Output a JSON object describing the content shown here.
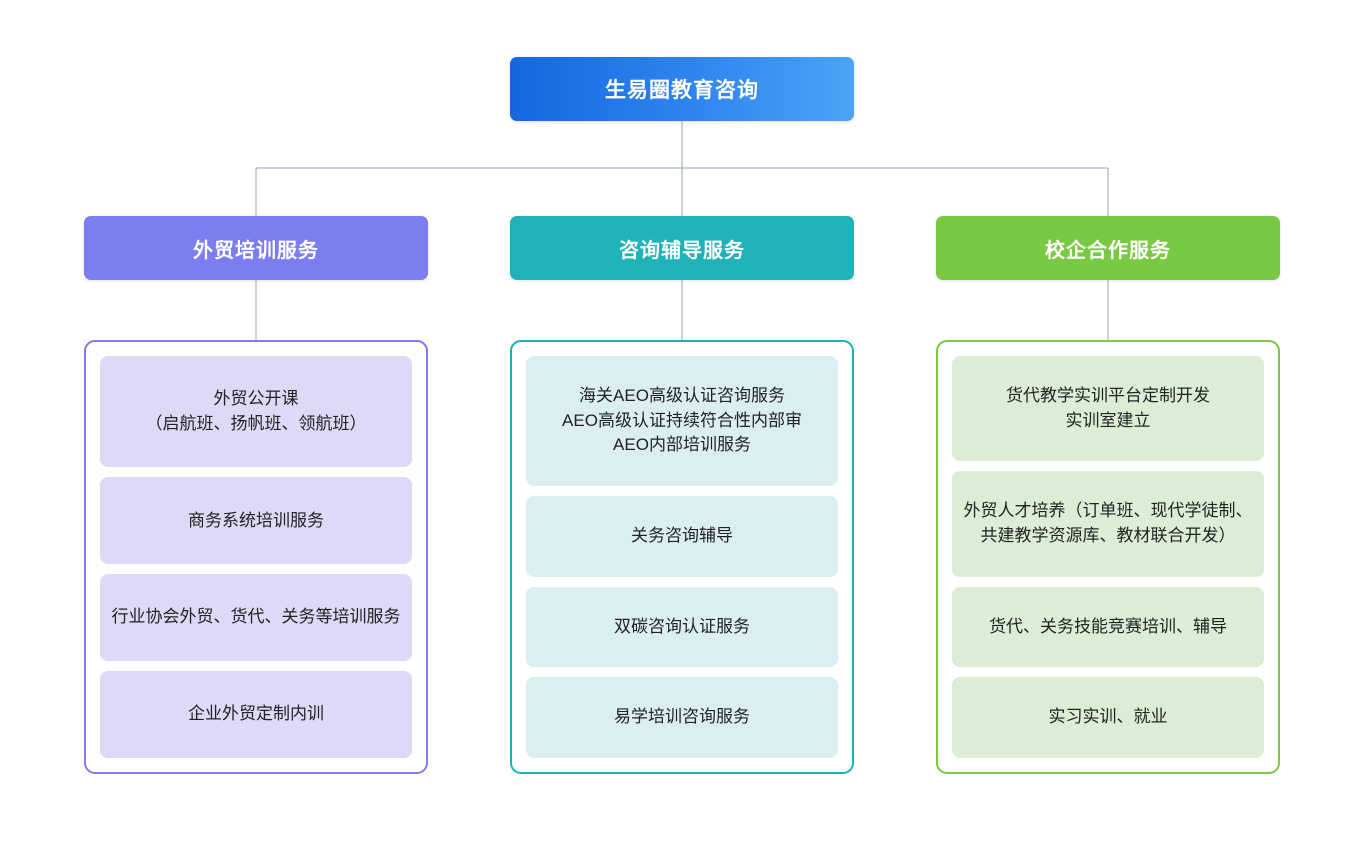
{
  "chart_data": {
    "type": "diagram",
    "diagram_kind": "organization-tree",
    "title": "生易圈教育咨询",
    "orientation": "top-down",
    "levels": 3,
    "connector_color": "#94a3b8"
  },
  "root": {
    "label": "生易圈教育咨询",
    "gradient_from": "#1666e0",
    "gradient_to": "#4ba4f7",
    "text_color": "#ffffff"
  },
  "branches": [
    {
      "id": "training",
      "label": "外贸培训服务",
      "accent": "#7b7df0",
      "card_bg": "#ddd9f6",
      "items": [
        {
          "label": "外贸公开课\n（启航班、扬帆班、领航班）"
        },
        {
          "label": "商务系统培训服务"
        },
        {
          "label": "行业协会外贸、货代、关务等培训服务"
        },
        {
          "label": "企业外贸定制内训"
        }
      ]
    },
    {
      "id": "consulting",
      "label": "咨询辅导服务",
      "accent": "#1fb3b8",
      "card_bg": "#dbeff2",
      "items": [
        {
          "label": "海关AEO高级认证咨询服务\nAEO高级认证持续符合性内部审\nAEO内部培训服务"
        },
        {
          "label": "关务咨询辅导"
        },
        {
          "label": "双碳咨询认证服务"
        },
        {
          "label": "易学培训咨询服务"
        }
      ]
    },
    {
      "id": "school-enterprise",
      "label": "校企合作服务",
      "accent": "#7ac943",
      "card_bg": "#dcedd6",
      "items": [
        {
          "label": "货代教学实训平台定制开发\n实训室建立"
        },
        {
          "label": "外贸人才培养（订单班、现代学徒制、共建教学资源库、教材联合开发）"
        },
        {
          "label": "货代、关务技能竞赛培训、辅导"
        },
        {
          "label": "实习实训、就业"
        }
      ]
    }
  ]
}
